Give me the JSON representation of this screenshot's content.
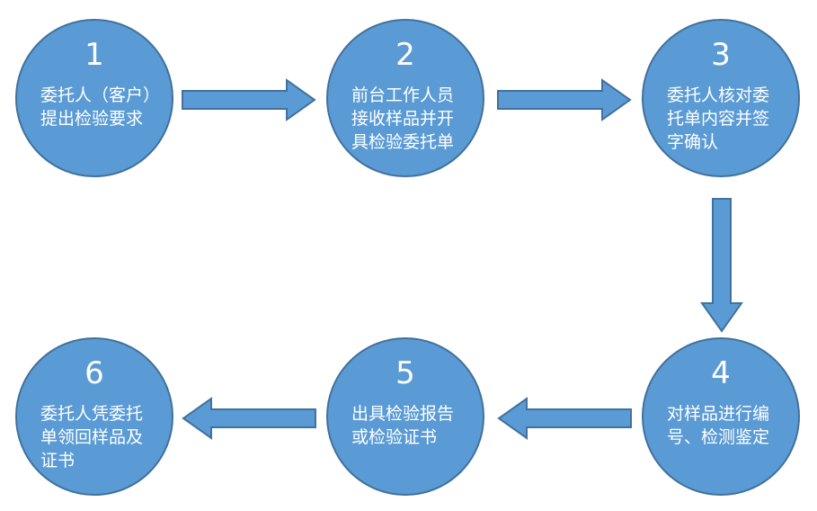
{
  "diagram": {
    "colors": {
      "node_fill": "#5b9bd5",
      "node_stroke": "#41719c",
      "text": "#ffffff"
    },
    "steps": [
      {
        "number": "1",
        "text": "委托人（客户）提出检验要求"
      },
      {
        "number": "2",
        "text": "前台工作人员接收样品并开具检验委托单"
      },
      {
        "number": "3",
        "text": "委托人核对委托单内容并签字确认"
      },
      {
        "number": "4",
        "text": "对样品进行编号、检测鉴定"
      },
      {
        "number": "5",
        "text": "出具检验报告或检验证书"
      },
      {
        "number": "6",
        "text": "委托人凭委托单领回样品及证书"
      }
    ]
  }
}
